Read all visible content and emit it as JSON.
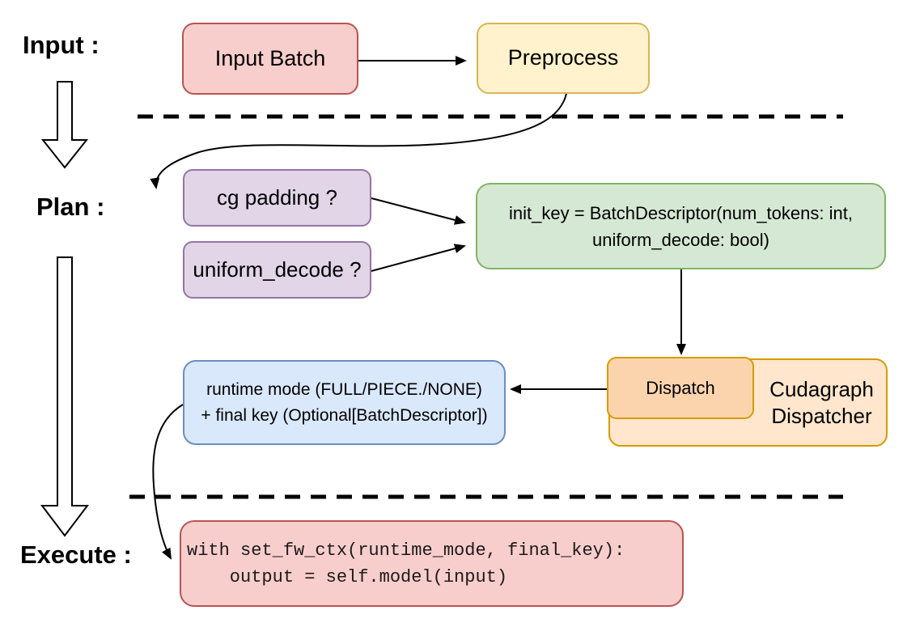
{
  "phases": {
    "input_label": "Input :",
    "plan_label": "Plan :",
    "execute_label": "Execute :"
  },
  "nodes": {
    "input_batch": {
      "label": "Input Batch"
    },
    "preprocess": {
      "label": "Preprocess"
    },
    "cg_padding": {
      "label": "cg padding ?"
    },
    "uniform_decode": {
      "label": "uniform_decode ?"
    },
    "init_key": {
      "line1": "init_key = BatchDescriptor(num_tokens: int,",
      "line2": "uniform_decode: bool)"
    },
    "runtime_mode": {
      "line1": "runtime mode (FULL/PIECE./NONE)",
      "line2": "+ final key (Optional[BatchDescriptor])"
    },
    "dispatch": {
      "label": "Dispatch"
    },
    "cudagraph_dispatcher": {
      "line1": "Cudagraph",
      "line2": "Dispatcher"
    },
    "execute_code": {
      "line1": "with set_fw_ctx(runtime_mode, final_key):",
      "line2": "    output = self.model(input)"
    }
  },
  "palette": {
    "red_fill": "#f8cecc",
    "red_stroke": "#b85450",
    "yellow_fill": "#fff2cc",
    "yellow_stroke": "#d6b656",
    "purple_fill": "#e1d5e7",
    "purple_stroke": "#9673a6",
    "green_fill": "#d5e8d4",
    "green_stroke": "#82b366",
    "blue_fill": "#dae8fc",
    "blue_stroke": "#6c8ebf",
    "orange_fill": "#ffe6cc",
    "orange_deep_fill": "#fbd4ae",
    "orange_stroke": "#d79b00",
    "line": "#000000"
  }
}
